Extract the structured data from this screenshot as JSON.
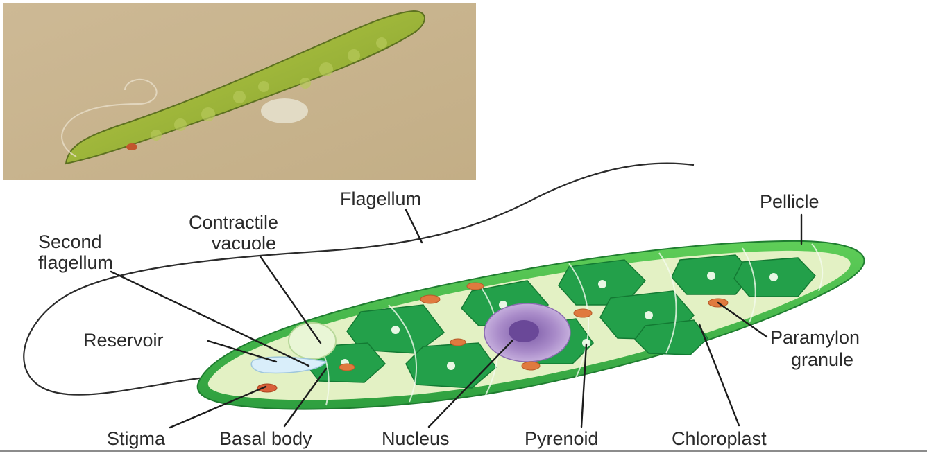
{
  "photo": {
    "description_icon": "euglena-micrograph"
  },
  "labels": {
    "flagellum": "Flagellum",
    "pellicle": "Pellicle",
    "contractile_vacuole_line1": "Contractile",
    "contractile_vacuole_line2": "vacuole",
    "second_flagellum_line1": "Second",
    "second_flagellum_line2": "flagellum",
    "reservoir": "Reservoir",
    "paramylon_line1": "Paramylon",
    "paramylon_line2": "granule",
    "stigma": "Stigma",
    "basal_body": "Basal body",
    "nucleus": "Nucleus",
    "pyrenoid": "Pyrenoid",
    "chloroplast": "Chloroplast"
  },
  "colors": {
    "cell_outer": "#3db84a",
    "cell_inner": "#dff0c0",
    "chloroplast": "#1f9a45",
    "nucleus": "#a98bc9",
    "stigma": "#d9603a",
    "photo_bg": "#c9b58f",
    "photo_cell": "#9cb43a"
  }
}
